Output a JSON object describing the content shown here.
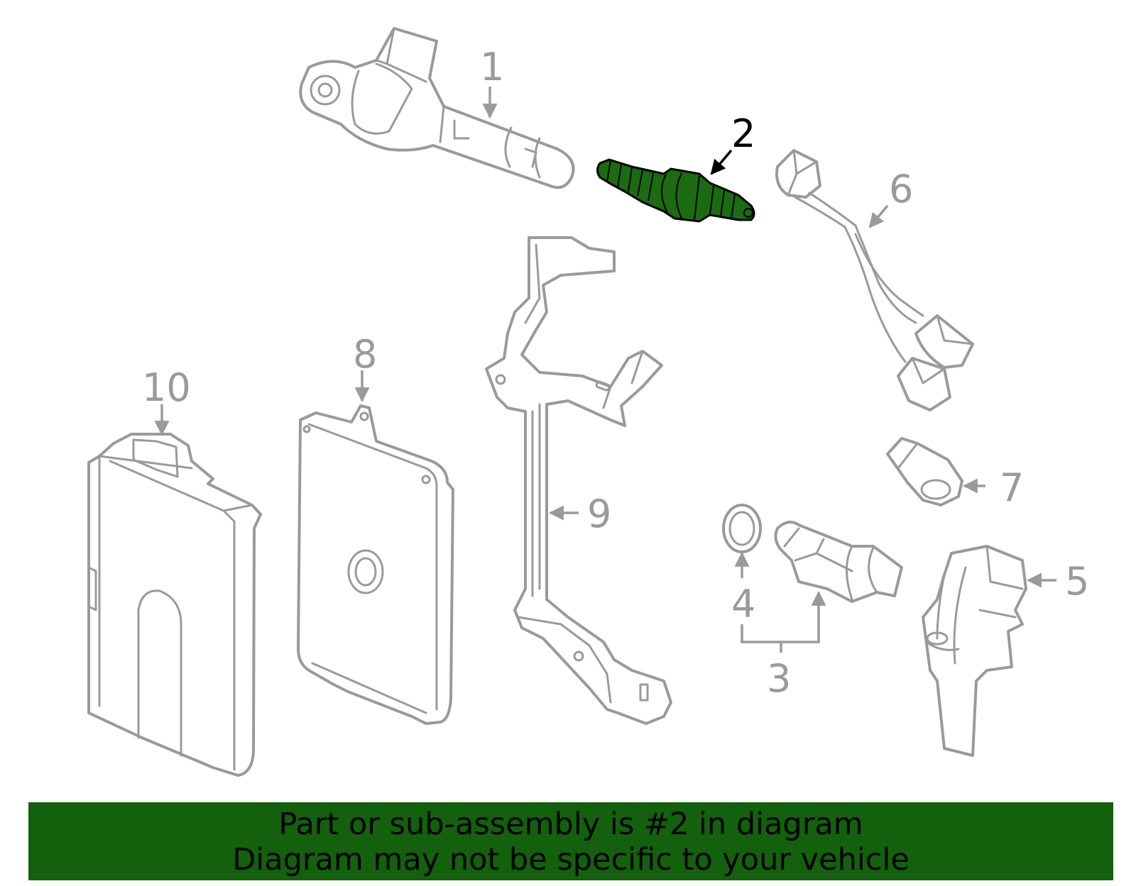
{
  "diagram": {
    "highlight_color": "#1a6b12",
    "outline_color": "#9a9a9a",
    "callouts": [
      {
        "id": "1",
        "label": "1"
      },
      {
        "id": "2",
        "label": "2",
        "highlighted": true
      },
      {
        "id": "3",
        "label": "3"
      },
      {
        "id": "4",
        "label": "4"
      },
      {
        "id": "5",
        "label": "5"
      },
      {
        "id": "6",
        "label": "6"
      },
      {
        "id": "7",
        "label": "7"
      },
      {
        "id": "8",
        "label": "8"
      },
      {
        "id": "9",
        "label": "9"
      },
      {
        "id": "10",
        "label": "10"
      }
    ]
  },
  "banner": {
    "background": "#13600d",
    "line1": "Part or sub-assembly is #2 in diagram",
    "line2": "Diagram may not be specific to your vehicle"
  }
}
